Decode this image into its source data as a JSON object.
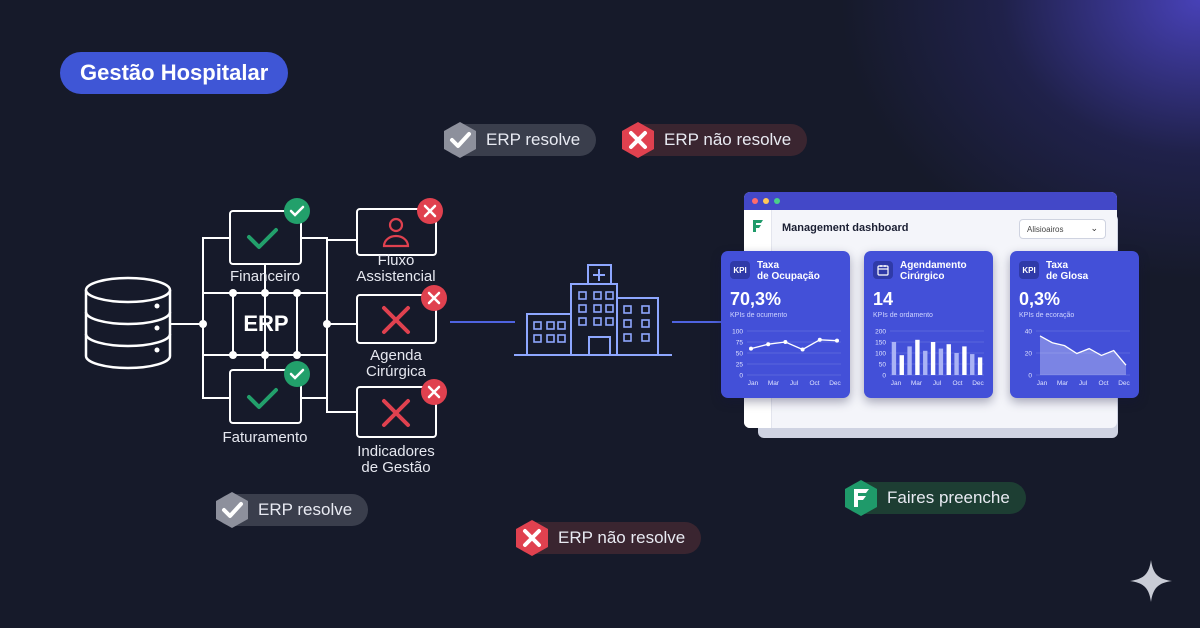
{
  "title": "Gestão Hospitalar",
  "legend": {
    "resolve": "ERP resolve",
    "nao_resolve": "ERP não resolve"
  },
  "hub": {
    "label": "ERP"
  },
  "modules": {
    "financeiro": "Financeiro",
    "faturamento": "Faturamento",
    "fluxo": [
      "Fluxo",
      "Assistencial"
    ],
    "agenda": [
      "Agenda",
      "Cirúrgica"
    ],
    "indicadores": [
      "Indicadores",
      "de Gestão"
    ]
  },
  "bottom_pills": {
    "resolve": "ERP resolve",
    "nao_resolve": "ERP não resolve",
    "faires": "Faires preenche"
  },
  "colors": {
    "accent": "#3f56d6",
    "ok": "#22a06b",
    "fail": "#e0414f",
    "line": "#ffffff"
  },
  "dashboard": {
    "title": "Management dashboard",
    "select": "Alisioairos",
    "cards": [
      {
        "badge": "KPI",
        "name": [
          "Taxa",
          "de Ocupação"
        ],
        "value": "70,3%",
        "sub": "KPIs de ocumento",
        "chart": {
          "type": "line",
          "y_ticks": [
            "100",
            "75",
            "50",
            "25",
            "0"
          ],
          "x_ticks": [
            "Jan",
            "Mar",
            "Jul",
            "Oct",
            "Dec"
          ],
          "ylim": [
            0,
            100
          ],
          "values": [
            60,
            70,
            75,
            58,
            80,
            78
          ]
        }
      },
      {
        "badge": "calendar-icon",
        "name": [
          "Agendamento",
          "Cirúrgico"
        ],
        "value": "14",
        "sub": "KPIs de ordamento",
        "chart": {
          "type": "bar",
          "y_ticks": [
            "200",
            "150",
            "100",
            "50",
            "0"
          ],
          "x_ticks": [
            "Jan",
            "Mar",
            "Jul",
            "Oct",
            "Dec"
          ],
          "ylim": [
            0,
            200
          ],
          "values": [
            150,
            90,
            130,
            160,
            110,
            150,
            120,
            140,
            100,
            130,
            95,
            80
          ]
        }
      },
      {
        "badge": "KPI",
        "name": [
          "Taxa",
          "de Glosa"
        ],
        "value": "0,3%",
        "sub": "KPIs de ecoração",
        "chart": {
          "type": "area",
          "y_ticks": [
            "40",
            "20",
            "0"
          ],
          "x_ticks": [
            "Jan",
            "Mar",
            "Jul",
            "Oct",
            "Dec"
          ],
          "ylim": [
            0,
            45
          ],
          "values": [
            40,
            33,
            30,
            22,
            27,
            20,
            25,
            10
          ]
        }
      }
    ]
  }
}
